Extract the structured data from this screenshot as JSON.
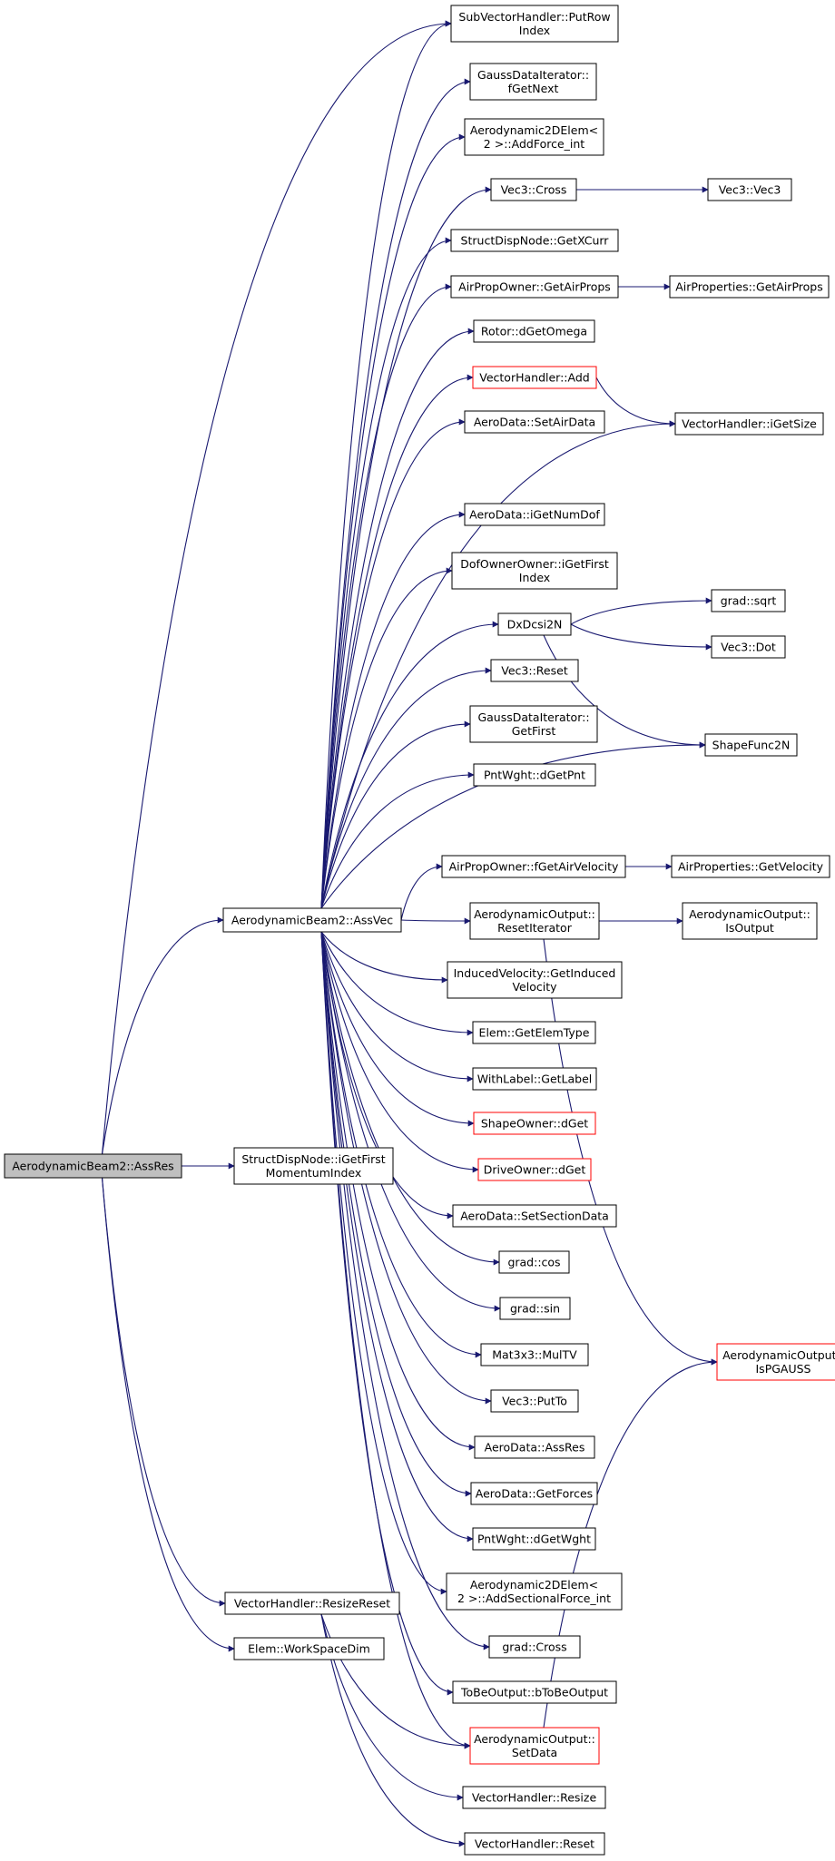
{
  "colors": {
    "edge": "#191970",
    "node_border": "#000000",
    "red_border": "#ff0000",
    "root_fill": "#bfbfbf",
    "background": "#ffffff"
  },
  "nodes": [
    {
      "id": "root",
      "lines": [
        "AerodynamicBeam2::AssRes"
      ],
      "style": "root"
    },
    {
      "id": "assvec",
      "lines": [
        "AerodynamicBeam2::AssVec"
      ],
      "style": "normal"
    },
    {
      "id": "igetfirstmom",
      "lines": [
        "StructDispNode::iGetFirst",
        "MomentumIndex"
      ],
      "style": "normal"
    },
    {
      "id": "resizereset",
      "lines": [
        "VectorHandler::ResizeReset"
      ],
      "style": "normal"
    },
    {
      "id": "workspacedim",
      "lines": [
        "Elem::WorkSpaceDim"
      ],
      "style": "normal"
    },
    {
      "id": "putrowindex",
      "lines": [
        "SubVectorHandler::PutRow",
        "Index"
      ],
      "style": "normal"
    },
    {
      "id": "fgetnext",
      "lines": [
        "GaussDataIterator::",
        "fGetNext"
      ],
      "style": "normal"
    },
    {
      "id": "addforceint",
      "lines": [
        "Aerodynamic2DElem<",
        "2 >::AddForce_int"
      ],
      "style": "normal"
    },
    {
      "id": "cross",
      "lines": [
        "Vec3::Cross"
      ],
      "style": "normal"
    },
    {
      "id": "getxcurr",
      "lines": [
        "StructDispNode::GetXCurr"
      ],
      "style": "normal"
    },
    {
      "id": "getairprops",
      "lines": [
        "AirPropOwner::GetAirProps"
      ],
      "style": "normal"
    },
    {
      "id": "dgetomega",
      "lines": [
        "Rotor::dGetOmega"
      ],
      "style": "normal"
    },
    {
      "id": "vhadd",
      "lines": [
        "VectorHandler::Add"
      ],
      "style": "red"
    },
    {
      "id": "setairdata",
      "lines": [
        "AeroData::SetAirData"
      ],
      "style": "normal"
    },
    {
      "id": "igetnumdof",
      "lines": [
        "AeroData::iGetNumDof"
      ],
      "style": "normal"
    },
    {
      "id": "igetfirstindex",
      "lines": [
        "DofOwnerOwner::iGetFirst",
        "Index"
      ],
      "style": "normal"
    },
    {
      "id": "dxdcsi2n",
      "lines": [
        "DxDcsi2N"
      ],
      "style": "normal"
    },
    {
      "id": "vecreset",
      "lines": [
        "Vec3::Reset"
      ],
      "style": "normal"
    },
    {
      "id": "getfirst",
      "lines": [
        "GaussDataIterator::",
        "GetFirst"
      ],
      "style": "normal"
    },
    {
      "id": "dgetpnt",
      "lines": [
        "PntWght::dGetPnt"
      ],
      "style": "normal"
    },
    {
      "id": "fgetairvel",
      "lines": [
        "AirPropOwner::fGetAirVelocity"
      ],
      "style": "normal"
    },
    {
      "id": "resetiter",
      "lines": [
        "AerodynamicOutput::",
        "ResetIterator"
      ],
      "style": "normal"
    },
    {
      "id": "getinduced",
      "lines": [
        "InducedVelocity::GetInduced",
        "Velocity"
      ],
      "style": "normal"
    },
    {
      "id": "getelemtype",
      "lines": [
        "Elem::GetElemType"
      ],
      "style": "normal"
    },
    {
      "id": "getlabel",
      "lines": [
        "WithLabel::GetLabel"
      ],
      "style": "normal"
    },
    {
      "id": "shapeowner",
      "lines": [
        "ShapeOwner::dGet"
      ],
      "style": "red"
    },
    {
      "id": "driveowner",
      "lines": [
        "DriveOwner::dGet"
      ],
      "style": "red"
    },
    {
      "id": "setsection",
      "lines": [
        "AeroData::SetSectionData"
      ],
      "style": "normal"
    },
    {
      "id": "gradcos",
      "lines": [
        "grad::cos"
      ],
      "style": "normal"
    },
    {
      "id": "gradsin",
      "lines": [
        "grad::sin"
      ],
      "style": "normal"
    },
    {
      "id": "multv",
      "lines": [
        "Mat3x3::MulTV"
      ],
      "style": "normal"
    },
    {
      "id": "putto",
      "lines": [
        "Vec3::PutTo"
      ],
      "style": "normal"
    },
    {
      "id": "aeroassres",
      "lines": [
        "AeroData::AssRes"
      ],
      "style": "normal"
    },
    {
      "id": "getforces",
      "lines": [
        "AeroData::GetForces"
      ],
      "style": "normal"
    },
    {
      "id": "dgetwght",
      "lines": [
        "PntWght::dGetWght"
      ],
      "style": "normal"
    },
    {
      "id": "addsectional",
      "lines": [
        "Aerodynamic2DElem<",
        "2 >::AddSectionalForce_int"
      ],
      "style": "normal"
    },
    {
      "id": "gradcross",
      "lines": [
        "grad::Cross"
      ],
      "style": "normal"
    },
    {
      "id": "btobeoutput",
      "lines": [
        "ToBeOutput::bToBeOutput"
      ],
      "style": "normal"
    },
    {
      "id": "setdata",
      "lines": [
        "AerodynamicOutput::",
        "SetData"
      ],
      "style": "red"
    },
    {
      "id": "vhresize",
      "lines": [
        "VectorHandler::Resize"
      ],
      "style": "normal"
    },
    {
      "id": "vhreset",
      "lines": [
        "VectorHandler::Reset"
      ],
      "style": "normal"
    },
    {
      "id": "vec3vec3",
      "lines": [
        "Vec3::Vec3"
      ],
      "style": "normal"
    },
    {
      "id": "apgetairprops",
      "lines": [
        "AirProperties::GetAirProps"
      ],
      "style": "normal"
    },
    {
      "id": "igetsize",
      "lines": [
        "VectorHandler::iGetSize"
      ],
      "style": "normal"
    },
    {
      "id": "gradsqrt",
      "lines": [
        "grad::sqrt"
      ],
      "style": "normal"
    },
    {
      "id": "vec3dot",
      "lines": [
        "Vec3::Dot"
      ],
      "style": "normal"
    },
    {
      "id": "shapefunc",
      "lines": [
        "ShapeFunc2N"
      ],
      "style": "normal"
    },
    {
      "id": "apgetvel",
      "lines": [
        "AirProperties::GetVelocity"
      ],
      "style": "normal"
    },
    {
      "id": "isoutput",
      "lines": [
        "AerodynamicOutput::",
        "IsOutput"
      ],
      "style": "normal"
    },
    {
      "id": "ispgauss",
      "lines": [
        "AerodynamicOutput::",
        "IsPGAUSS"
      ],
      "style": "red"
    }
  ],
  "edges": [
    [
      "root",
      "putrowindex"
    ],
    [
      "root",
      "assvec"
    ],
    [
      "root",
      "igetfirstmom"
    ],
    [
      "root",
      "resizereset"
    ],
    [
      "root",
      "workspacedim"
    ],
    [
      "assvec",
      "putrowindex"
    ],
    [
      "assvec",
      "fgetnext"
    ],
    [
      "assvec",
      "addforceint"
    ],
    [
      "assvec",
      "cross"
    ],
    [
      "assvec",
      "getxcurr"
    ],
    [
      "assvec",
      "getairprops"
    ],
    [
      "assvec",
      "dgetomega"
    ],
    [
      "assvec",
      "vhadd"
    ],
    [
      "assvec",
      "setairdata"
    ],
    [
      "assvec",
      "igetsize"
    ],
    [
      "assvec",
      "igetnumdof"
    ],
    [
      "assvec",
      "igetfirstindex"
    ],
    [
      "assvec",
      "dxdcsi2n"
    ],
    [
      "assvec",
      "vecreset"
    ],
    [
      "assvec",
      "getfirst"
    ],
    [
      "assvec",
      "dgetpnt"
    ],
    [
      "assvec",
      "shapefunc"
    ],
    [
      "assvec",
      "fgetairvel"
    ],
    [
      "assvec",
      "resetiter"
    ],
    [
      "assvec",
      "getinduced"
    ],
    [
      "assvec",
      "getelemtype"
    ],
    [
      "assvec",
      "getlabel"
    ],
    [
      "assvec",
      "shapeowner"
    ],
    [
      "assvec",
      "driveowner"
    ],
    [
      "assvec",
      "setsection"
    ],
    [
      "assvec",
      "gradcos"
    ],
    [
      "assvec",
      "gradsin"
    ],
    [
      "assvec",
      "multv"
    ],
    [
      "assvec",
      "putto"
    ],
    [
      "assvec",
      "aeroassres"
    ],
    [
      "assvec",
      "getforces"
    ],
    [
      "assvec",
      "dgetwght"
    ],
    [
      "assvec",
      "addsectional"
    ],
    [
      "assvec",
      "gradcross"
    ],
    [
      "assvec",
      "btobeoutput"
    ],
    [
      "assvec",
      "setdata"
    ],
    [
      "cross",
      "vec3vec3"
    ],
    [
      "getairprops",
      "apgetairprops"
    ],
    [
      "vhadd",
      "igetsize"
    ],
    [
      "dxdcsi2n",
      "gradsqrt"
    ],
    [
      "dxdcsi2n",
      "vec3dot"
    ],
    [
      "dxdcsi2n",
      "shapefunc"
    ],
    [
      "fgetairvel",
      "apgetvel"
    ],
    [
      "resetiter",
      "isoutput"
    ],
    [
      "resetiter",
      "ispgauss"
    ],
    [
      "setdata",
      "ispgauss"
    ],
    [
      "resizereset",
      "vhresize"
    ],
    [
      "resizereset",
      "vhreset"
    ],
    [
      "resizereset",
      "setdata"
    ]
  ]
}
